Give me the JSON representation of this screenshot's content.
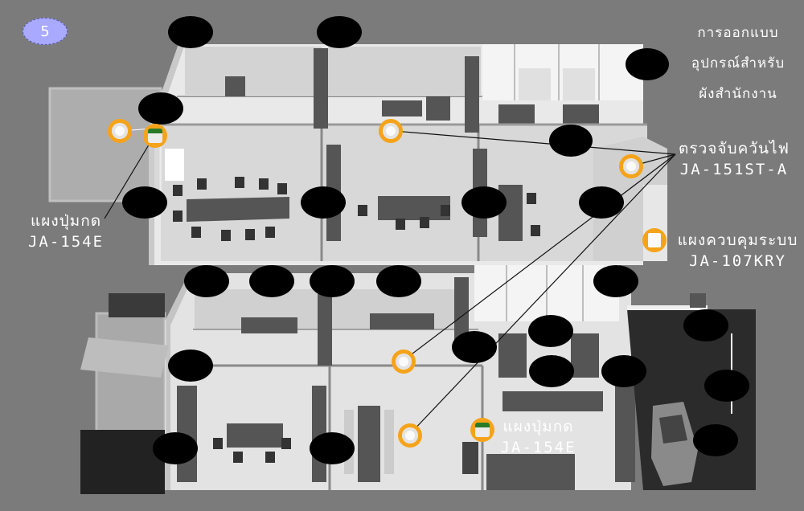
{
  "page_badge": "5",
  "title_lines": [
    "การออกแบบ",
    "อุปกรณ์สำหรับ",
    "ผังสำนักงาน"
  ],
  "labels": {
    "smoke_detector_name": "ตรวจจับควันไฟ",
    "smoke_detector_code": "JA-151ST-A",
    "control_panel_name": "แผงควบคุมระบบ",
    "control_panel_code": "JA-107KRY",
    "keypad_left_name": "แผงปุ่มกด",
    "keypad_left_code": "JA-154E",
    "keypad_bottom_name": "แผงปุ่มกด",
    "keypad_bottom_code": "JA-154E"
  },
  "colors": {
    "background": "#7b7b7b",
    "floor": "#dcdcdc",
    "wall": "#f2f2f2",
    "device_ring": "#f5a31a",
    "redaction": "#000000",
    "badge": "#a9a9ff"
  }
}
